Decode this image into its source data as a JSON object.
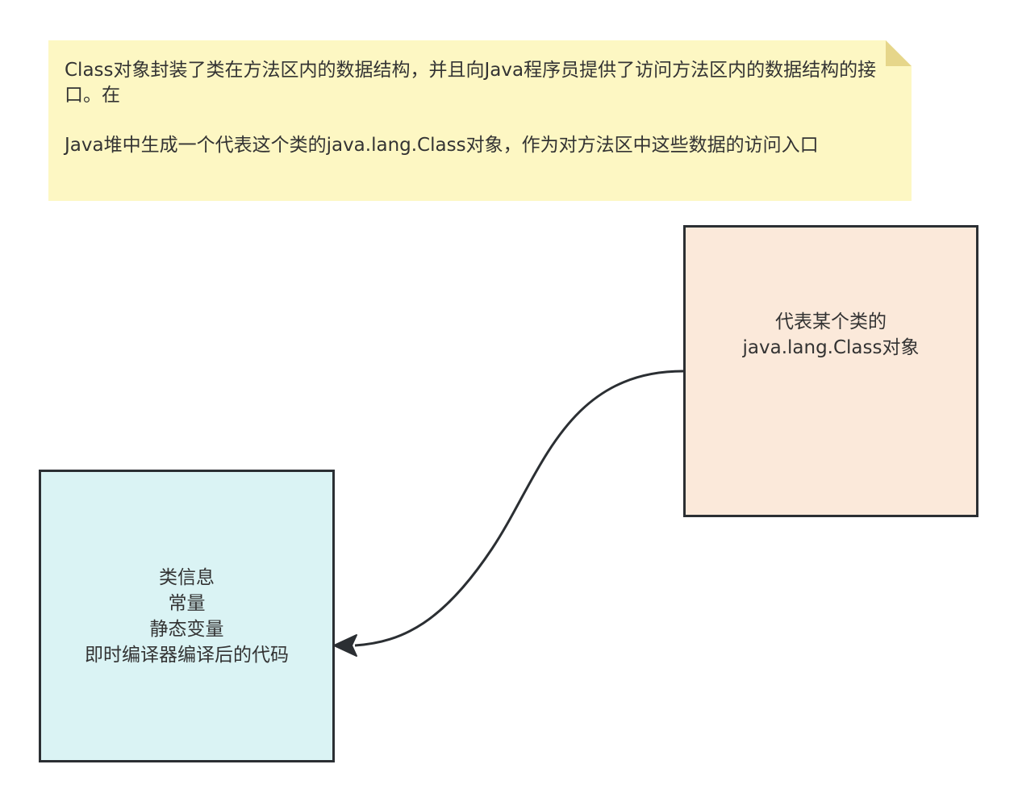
{
  "note": {
    "line1": "Class对象封装了类在方法区内的数据结构，并且向Java程序员提供了访问方法区内的数据结构的接口。在",
    "line2": "Java堆中生成一个代表这个类的java.lang.Class对象，作为对方法区中这些数据的访问入口"
  },
  "class_object_box": {
    "line1": "代表某个类的",
    "line2": "java.lang.Class对象"
  },
  "method_area_box": {
    "line1": "类信息",
    "line2": "常量",
    "line3": "静态变量",
    "line4": "即时编译器编译后的代码"
  },
  "colors": {
    "note_fill": "#fdf7c3",
    "note_fold": "#e6d68a",
    "class_box_fill": "#fbe9da",
    "info_box_fill": "#daf3f4",
    "stroke": "#2b2f33"
  }
}
